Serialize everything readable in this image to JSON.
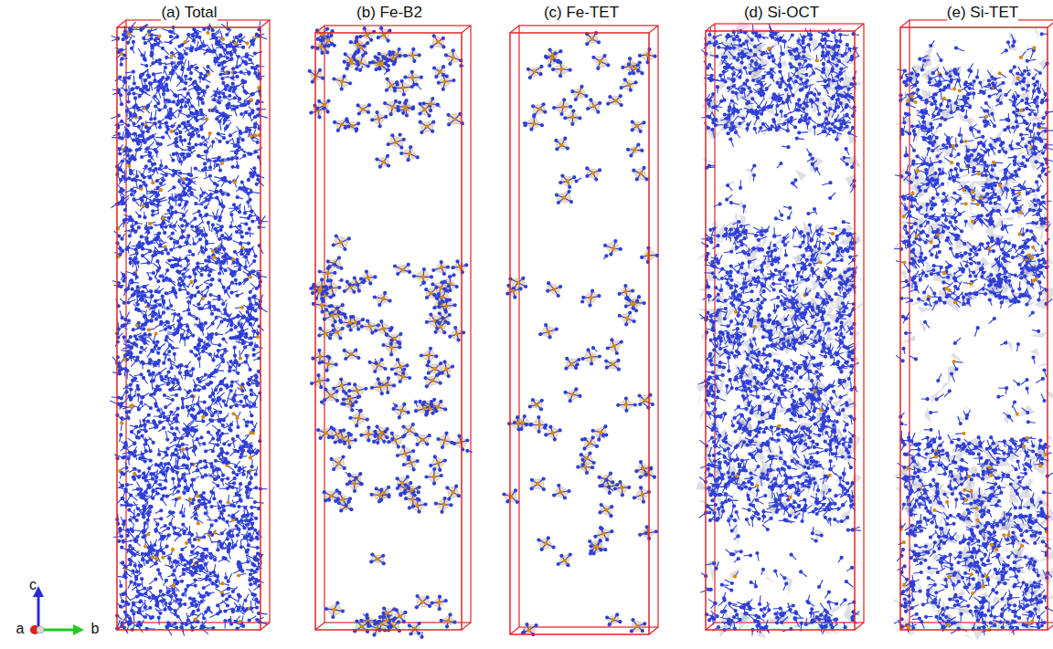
{
  "diagram": {
    "labels": [
      "(a) Total",
      "(b) Fe-B2",
      "(c) Fe-TET",
      "(d) Si-OCT",
      "(e) Si-TET",
      "c",
      "a",
      "b"
    ]
  }
}
